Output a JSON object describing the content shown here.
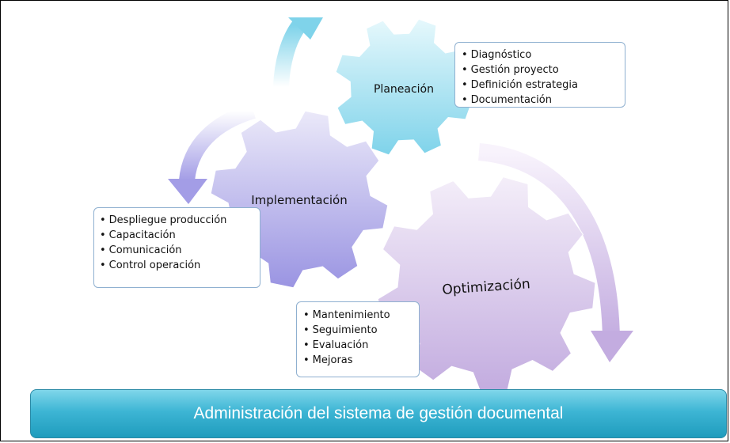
{
  "gears": {
    "planeacion": {
      "label": "Planeación",
      "color_light": "#d9f4fb",
      "color_dark": "#7fd3ea"
    },
    "implementacion": {
      "label": "Implementación",
      "color_light": "#e2def7",
      "color_dark": "#9c97e3"
    },
    "optimizacion": {
      "label": "Optimización",
      "color_light": "#ede4f5",
      "color_dark": "#c4aee0"
    }
  },
  "lists": {
    "planeacion": [
      "Diagnóstico",
      "Gestión proyecto",
      "Definición estrategia",
      "Documentación"
    ],
    "implementacion": [
      "Despliegue producción",
      "Capacitación",
      "Comunicación",
      "Control operación"
    ],
    "optimizacion": [
      "Mantenimiento",
      "Seguimiento",
      "Evaluación",
      "Mejoras"
    ]
  },
  "banner": {
    "text": "Administración del sistema de gestión documental"
  }
}
